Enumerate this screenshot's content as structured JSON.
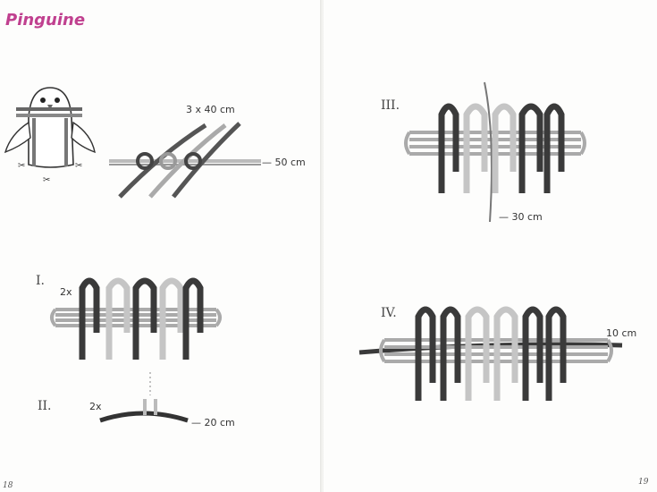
{
  "title": "Pinguine",
  "labels": {
    "cords": "3 x 40 cm",
    "len50": "— 50 cm",
    "step1_mult": "2x",
    "step2_mult": "2x",
    "len20": "— 20 cm",
    "len30": "— 30 cm",
    "len10": "10 cm"
  },
  "steps": {
    "s1": "I.",
    "s2": "II.",
    "s3": "III.",
    "s4": "IV."
  },
  "page_numbers": {
    "left": "18",
    "right": "19"
  },
  "colors": {
    "title": "#c0408f",
    "dark_cord": "#4a4a4a",
    "light_cord": "#bdbdbd"
  }
}
